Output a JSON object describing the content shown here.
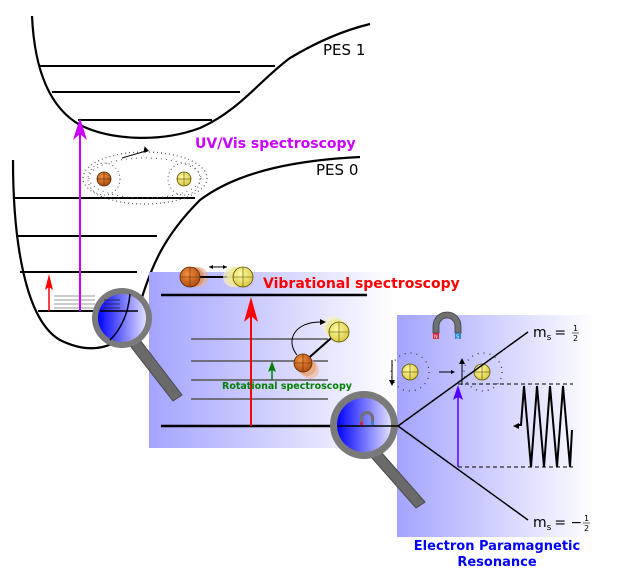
{
  "title": "Spectroscopy overview: potential energy surfaces, vibrational, rotational and EPR transitions",
  "labels": {
    "pes1": "PES 1",
    "pes0": "PES 0",
    "uvvis": "UV/Vis spectroscopy",
    "vibrational": "Vibrational spectroscopy",
    "rotational": "Rotational spectroscopy",
    "epr_line1": "Electron Paramagnetic",
    "epr_line2": "Resonance",
    "ms_up_prefix": "m",
    "ms_up_sub": "s",
    "ms_up_eq": "= ",
    "ms_up_frac_num": "1",
    "ms_up_frac_den": "2",
    "ms_down_prefix": "m",
    "ms_down_sub": "s",
    "ms_down_eq": "= −",
    "ms_down_frac_num": "1",
    "ms_down_frac_den": "2",
    "magnet_n": "N",
    "magnet_s": "S"
  },
  "colors": {
    "uvvis": "#cc00ff",
    "vibrational": "#ff0000",
    "rotational": "#008000",
    "epr": "#0000ff",
    "epr_arrow": "#5500ff",
    "panel": "#a8a8ff",
    "atom_orange": "#d4691a",
    "atom_yellow": "#eee066",
    "magnifier_lens": "#1a1aff",
    "magnifier_ring": "#7a7a7a",
    "magnet_body": "#707070",
    "magnet_n": "#d42030",
    "magnet_s": "#2a8ad4"
  }
}
